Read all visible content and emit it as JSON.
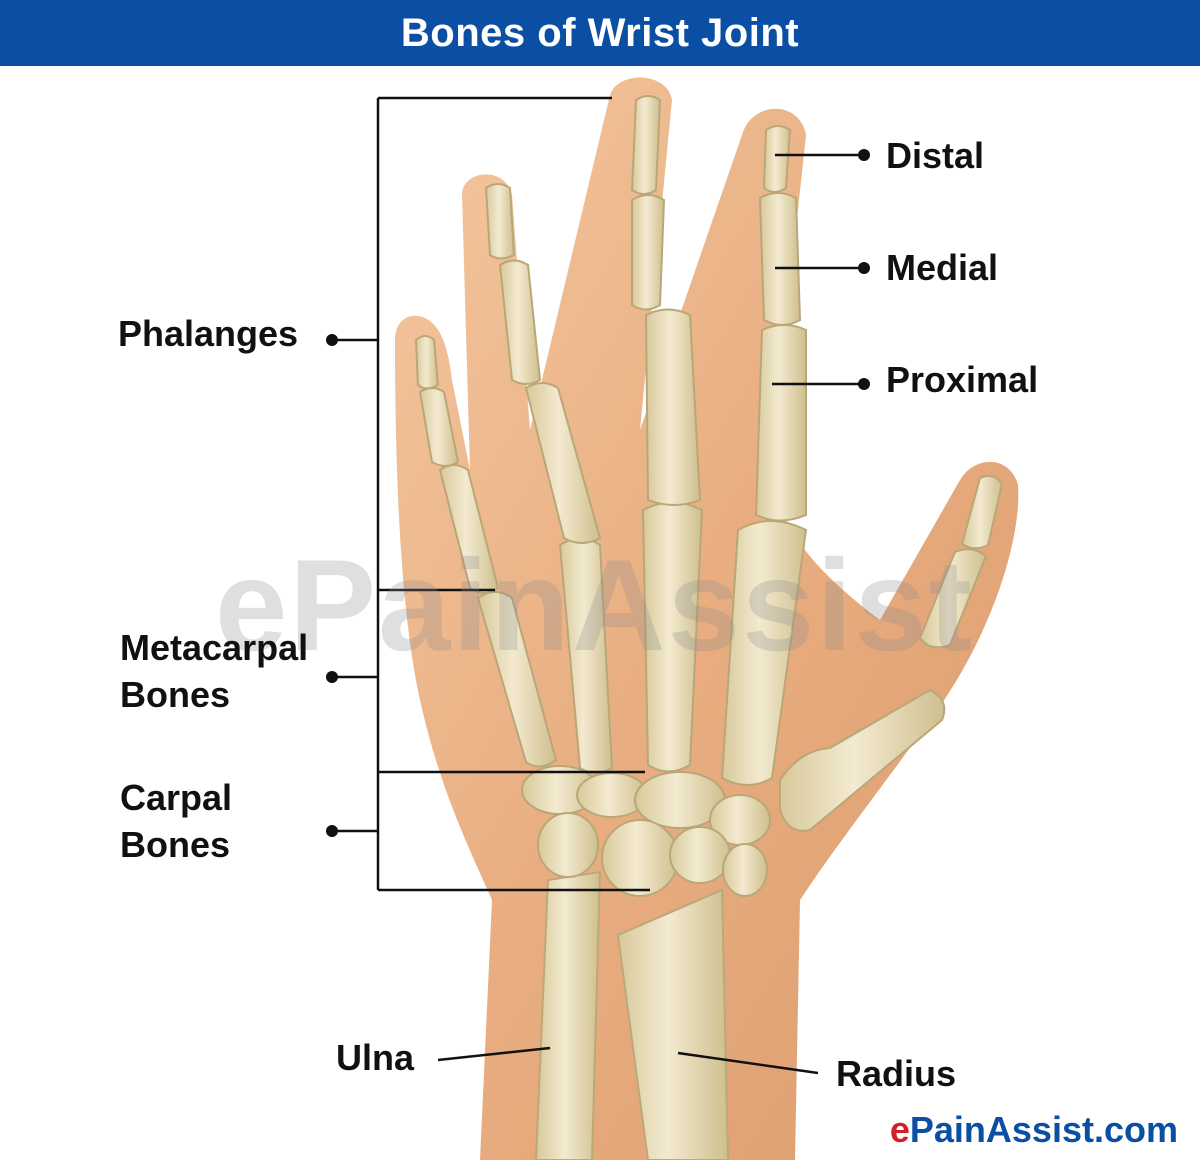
{
  "header": {
    "title": "Bones of Wrist Joint"
  },
  "labels": {
    "distal": "Distal",
    "medial": "Medial",
    "proximal": "Proximal",
    "phalanges": "Phalanges",
    "metacarpal_line1": "Metacarpal",
    "metacarpal_line2": "Bones",
    "carpal_line1": "Carpal",
    "carpal_line2": "Bones",
    "ulna": "Ulna",
    "radius": "Radius"
  },
  "watermark": "ePainAssist",
  "brand": {
    "e": "e",
    "rest": "PainAssist.com"
  },
  "colors": {
    "header_bg": "#0a4fa3",
    "skin": "#eab287",
    "bone": "#ece1b6",
    "bone_shadow": "#c9b989",
    "brand_red": "#d41f26",
    "brand_blue": "#0a4fa3"
  }
}
